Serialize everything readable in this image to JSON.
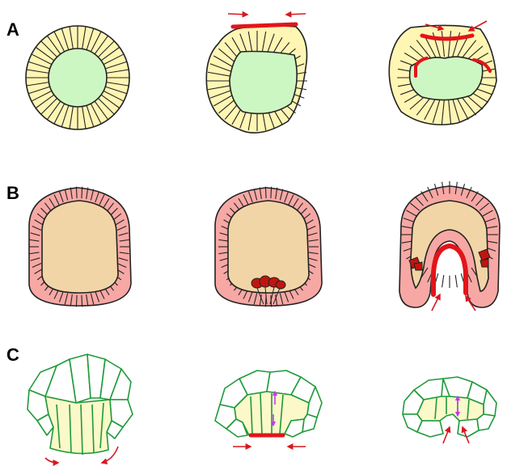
{
  "rows": [
    {
      "label": "A"
    },
    {
      "label": "B"
    },
    {
      "label": "C"
    }
  ],
  "colors": {
    "a_cells": "#fff6b4",
    "a_lumen": "#cdf7c2",
    "b_cells": "#f7a8a4",
    "b_lumen": "#f2d5a6",
    "c_outline": "#1f9a3a",
    "c_fill": "#fbf9c9",
    "contraction": "#e3141a",
    "bottle_cells": "#c0150f",
    "force_arrow": "#d6181f",
    "internal_arrow": "#cc33ff",
    "outline": "#222222"
  }
}
